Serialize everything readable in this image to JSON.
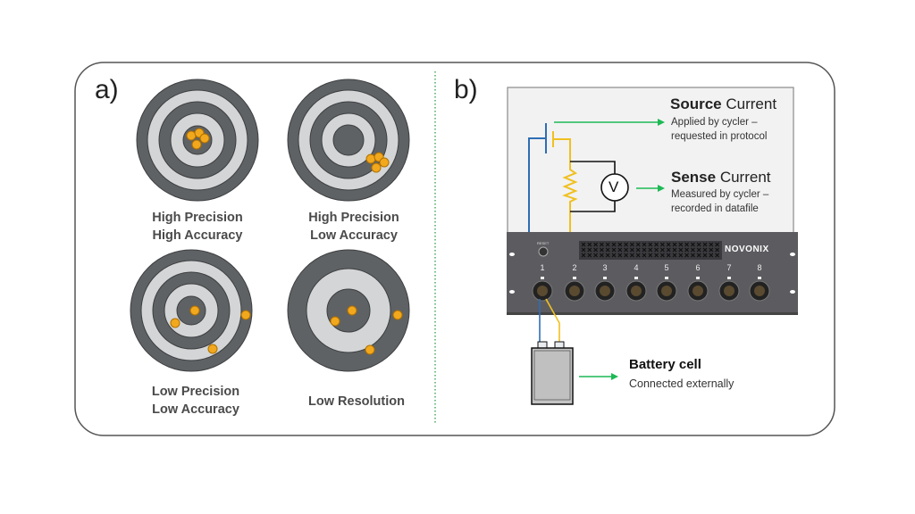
{
  "panel_a": {
    "label": "a)",
    "targets": [
      {
        "line1": "High Precision",
        "line2": "High Accuracy"
      },
      {
        "line1": "High Precision",
        "line2": "Low Accuracy"
      },
      {
        "line1": "Low Precision",
        "line2": "Low Accuracy"
      },
      {
        "line1": "Low Resolution"
      }
    ]
  },
  "panel_b": {
    "label": "b)",
    "source": {
      "bold": "Source",
      "rest": " Current",
      "line1": "Applied by cycler –",
      "line2": "requested in protocol"
    },
    "sense": {
      "bold": "Sense",
      "rest": " Current",
      "line1": "Measured by cycler –",
      "line2": "recorded in datafile"
    },
    "voltmeter": "V",
    "cycler": {
      "brand": "NOVONIX",
      "reset": "RESET",
      "channels": [
        "1",
        "2",
        "3",
        "4",
        "5",
        "6",
        "7",
        "8"
      ]
    },
    "battery": {
      "title": "Battery cell",
      "subtitle": "Connected externally"
    }
  },
  "colors": {
    "dark_ring": "#5f6264",
    "light_ring": "#d3d5d6",
    "dot": "#f2a81d",
    "arrow": "#1db954",
    "wire_blue": "#2f6db5",
    "wire_yellow": "#f0c020",
    "divider": "#2e9a4a"
  }
}
